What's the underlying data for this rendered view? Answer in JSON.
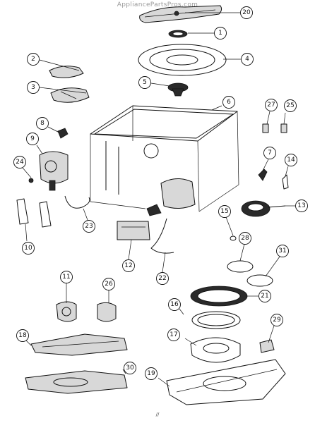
{
  "watermark": "AppliancePartsPros.com",
  "footer_mark": "//",
  "callouts": [
    "20",
    "1",
    "2",
    "4",
    "3",
    "5",
    "6",
    "27",
    "25",
    "8",
    "9",
    "7",
    "14",
    "24",
    "13",
    "15",
    "10",
    "23",
    "12",
    "28",
    "22",
    "31",
    "11",
    "26",
    "21",
    "16",
    "29",
    "18",
    "17",
    "30",
    "19"
  ]
}
